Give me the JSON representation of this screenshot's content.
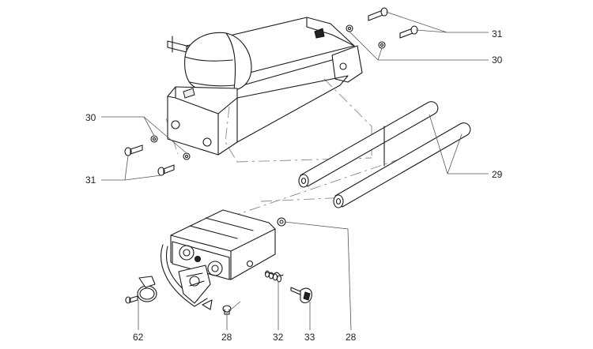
{
  "diagram": {
    "callouts": {
      "c31_top": "31",
      "c30_top": "30",
      "c30_left": "30",
      "c31_left": "31",
      "c29": "29",
      "c62": "62",
      "c28_bottom": "28",
      "c32": "32",
      "c33": "33",
      "c28_right": "28"
    }
  },
  "colors": {
    "line": "#1a1a1a",
    "leader": "#555555",
    "phantom": "#8a8a8a",
    "background": "#ffffff"
  }
}
